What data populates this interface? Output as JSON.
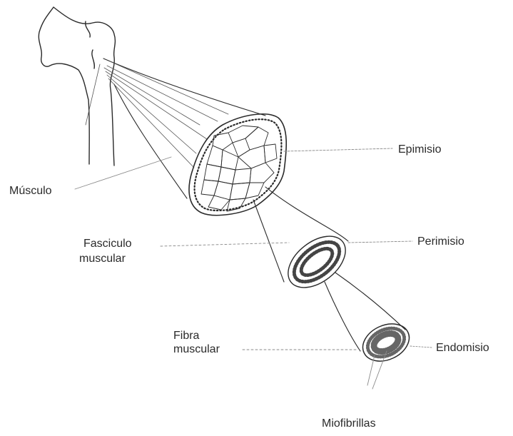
{
  "diagram": {
    "labels": {
      "musculo": "Músculo",
      "epimisio": "Epimisio",
      "fasciculo_line1": "Fasciculo",
      "fasciculo_line2": "muscular",
      "perimisio": "Perimisio",
      "fibra_line1": "Fibra",
      "fibra_line2": "muscular",
      "endomisio": "Endomisio",
      "miofibrillas": "Miofibrillas"
    },
    "colors": {
      "ink": "#2a2a2a",
      "leader": "#8a8a8a",
      "paper": "#ffffff"
    }
  }
}
